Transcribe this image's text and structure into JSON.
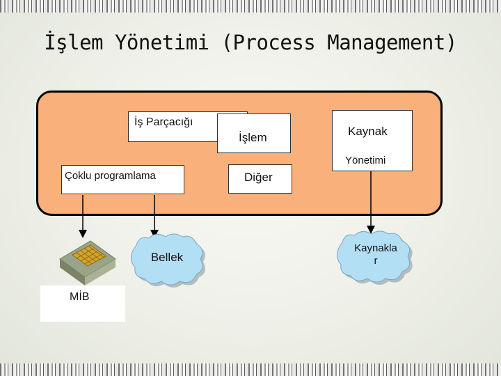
{
  "title": "İşlem Yönetimi (Process Management)",
  "boxes": {
    "thread": "İş Parçacığı",
    "process": "İşlem",
    "resource_line1": "Kaynak",
    "resource_line2": "Yönetimi",
    "multiprogramming": "Çoklu programlama",
    "other": "Diğer"
  },
  "bubbles": {
    "memory": "Bellek",
    "resources_line1": "Kaynakla",
    "resources_line2": "r"
  },
  "cpu_label": "MİB",
  "colors": {
    "panel": "#f9b07a",
    "bubble": "#b3dff5",
    "background": "#ecefe6"
  },
  "icons": [
    "cpu-chip-icon"
  ]
}
